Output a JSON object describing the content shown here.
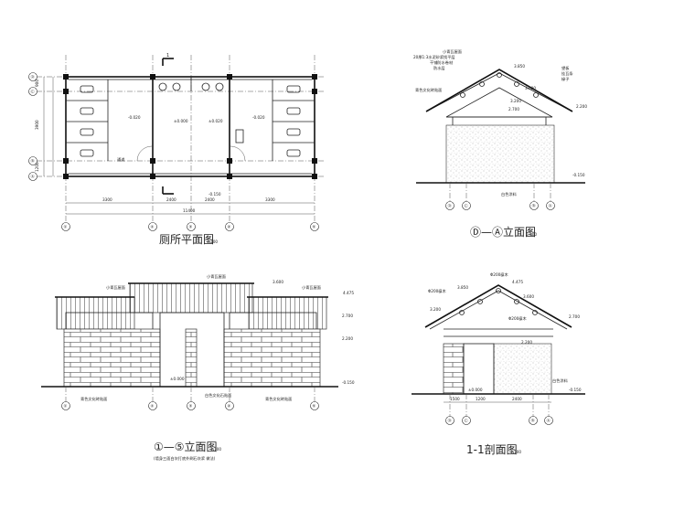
{
  "plan": {
    "title": "厕所平面图",
    "scale": "1:100",
    "section_mark": "1",
    "axes_h": [
      "①",
      "②",
      "③",
      "④",
      "⑤"
    ],
    "axes_v": [
      "Ⓓ",
      "Ⓒ",
      "Ⓑ",
      "Ⓐ"
    ],
    "dims_bottom": [
      "3300",
      "2400",
      "2400",
      "3300"
    ],
    "dim_total": "11400",
    "elev_labels": [
      "±0.000",
      "-0.020",
      "-0.020",
      "±0.020",
      "-0.150"
    ],
    "room_label": "通道",
    "left_dims": [
      "900",
      "3900",
      "1200"
    ]
  },
  "front_elev": {
    "title": "①—⑤立面图",
    "scale": "1:100",
    "note": "(墙身三面白灰打底外刷石灰浆 做法)",
    "labels": [
      "小青瓦屋面",
      "小青瓦屋面",
      "小青瓦屋面",
      "青色文化砖贴面",
      "青色文化砖贴面",
      "白色文化石贴面"
    ],
    "levels": [
      "4.475",
      "3.600",
      "2.700",
      "2.200",
      "±0.000",
      "-0.150"
    ],
    "axes": [
      "①",
      "②",
      "③",
      "④",
      "⑤"
    ]
  },
  "side_elev": {
    "title": "Ⓓ—Ⓐ立面图",
    "scale": "1:100",
    "labels": [
      "小青瓦屋面",
      "20厚1:3水泥砂浆找平层",
      "干铺防水卷材",
      "防水层",
      "望板",
      "挂瓦条",
      "椽子",
      "青色文化砖贴面",
      "白色涂料"
    ],
    "levels": [
      "3.850",
      "3.600",
      "3.200",
      "2.700",
      "2.200",
      "-0.150"
    ],
    "axes": [
      "Ⓓ",
      "Ⓒ",
      "Ⓑ",
      "Ⓐ"
    ]
  },
  "section": {
    "title": "1-1剖面图",
    "scale": "1:100",
    "labels": [
      "Φ200檩木",
      "Φ200檩木",
      "Φ200檩木",
      "白色涂料"
    ],
    "levels": [
      "4.475",
      "3.850",
      "3.600",
      "3.200",
      "2.700",
      "2.200",
      "±0.000",
      "-0.150"
    ],
    "axes": [
      "Ⓓ",
      "Ⓒ",
      "Ⓑ",
      "Ⓐ"
    ],
    "dims": [
      "1500",
      "1200",
      "2400"
    ]
  }
}
